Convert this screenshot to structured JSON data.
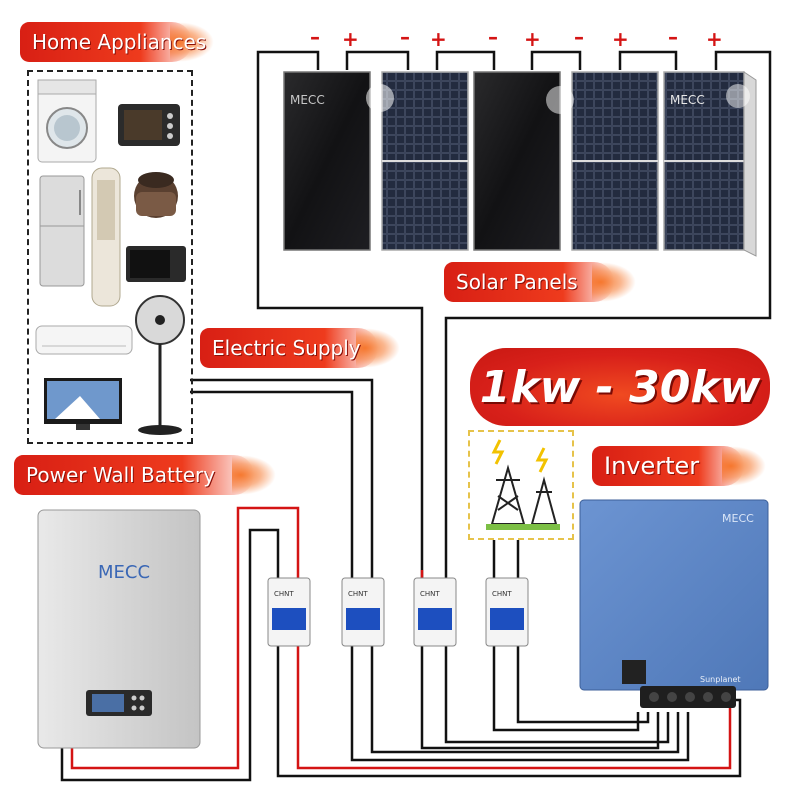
{
  "labels": {
    "home_appliances": "Home Appliances",
    "solar_panels": "Solar Panels",
    "electric_supply": "Electric Supply",
    "power_wall_battery": "Power Wall Battery",
    "inverter": "Inverter",
    "power_range": "1kw - 30kw"
  },
  "brand": {
    "panel_logo": "MECC",
    "battery_logo": "MECC",
    "inverter_logo": "MECC",
    "breaker_brand": "CHNT",
    "inverter_model": "Sunplanet"
  },
  "polarity": {
    "minus": "–",
    "plus": "+"
  },
  "colors": {
    "label_red": "#d81f14",
    "wire_red": "#d41414",
    "wire_black": "#111111",
    "inverter_blue": "#5b85c6",
    "breaker_blue": "#1d4fbf"
  }
}
